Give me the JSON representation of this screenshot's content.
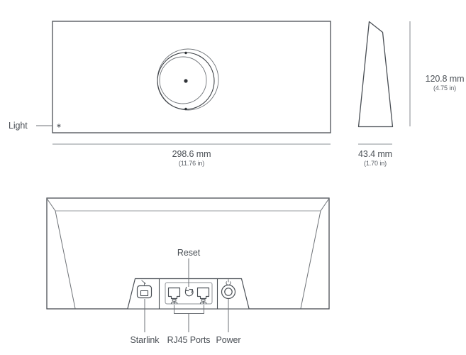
{
  "document": {
    "type": "product-dimension-diagram",
    "subject": "router-enclosure"
  },
  "views": {
    "front": {
      "name": "front-view",
      "callout": {
        "label": "Light",
        "marker_icon": "asterisk-light-indicator-icon"
      },
      "speaker_detail_icon": "concentric-circles-icon",
      "width_dimension": {
        "value_metric": "298.6 mm",
        "value_imperial": "(11.76 in)"
      }
    },
    "side": {
      "name": "side-profile-view",
      "height_dimension": {
        "value_metric": "120.8 mm",
        "value_imperial": "(4.75 in)"
      },
      "depth_dimension": {
        "value_metric": "43.4 mm",
        "value_imperial": "(1.70 in)"
      }
    },
    "rear": {
      "name": "rear-port-panel-view",
      "callouts": [
        {
          "label": "Reset",
          "icon": "reset-circular-arrow-icon"
        },
        {
          "label": "Starlink",
          "icon": "starlink-dish-port-icon"
        },
        {
          "label": "RJ45 Ports",
          "icon": "ethernet-network-icon"
        },
        {
          "label": "Power",
          "icon": "power-symbol-icon"
        }
      ]
    }
  },
  "colors": {
    "outline": "#4a4f55",
    "light_line": "#9a9da2",
    "text": "#4a4f55",
    "background": "#ffffff"
  }
}
